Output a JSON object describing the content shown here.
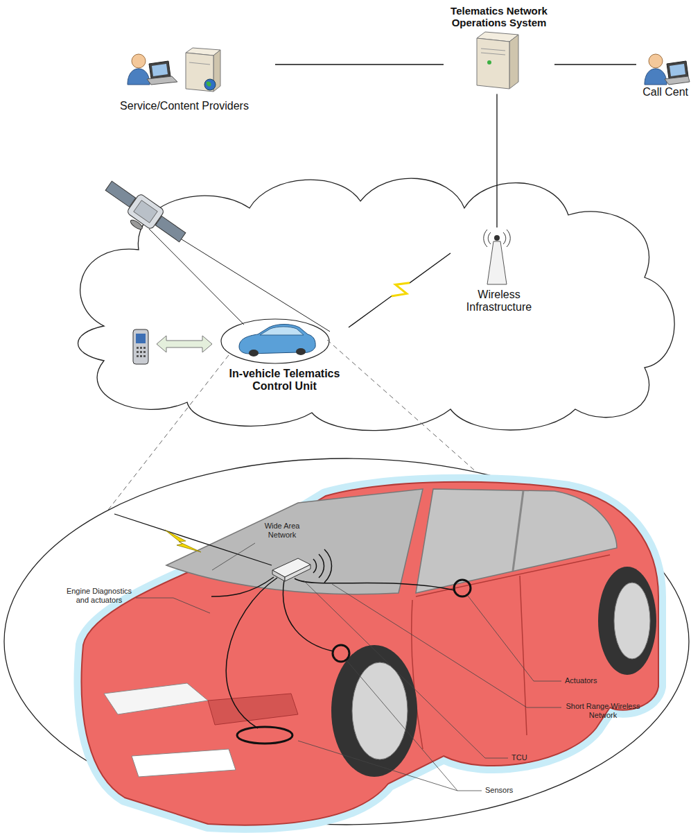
{
  "diagram": {
    "nodes": [
      {
        "text": [
          "Telematics Network Operations System"
        ]
      },
      {
        "text": [
          "Service/Content Providers"
        ]
      },
      {
        "text": [
          "Call Cent"
        ]
      },
      {
        "text": [
          "Wireless Infrastructure"
        ]
      },
      {
        "text": [
          "In-vehicle Telematics Control Unit"
        ]
      }
    ],
    "edges": [
      {
        "from": 1,
        "to": 0,
        "arrow": "none"
      },
      {
        "from": 0,
        "to": 2,
        "arrow": "none"
      },
      {
        "from": 0,
        "to": 3,
        "arrow": "none"
      },
      {
        "from": 3,
        "to": 4,
        "arrow": "none"
      }
    ],
    "labels": [
      "Wide Area Network",
      "Engine Diagnostics and actuators",
      "Actuators",
      "Short Range Wireless Network",
      "TCU",
      "Sensors"
    ]
  }
}
